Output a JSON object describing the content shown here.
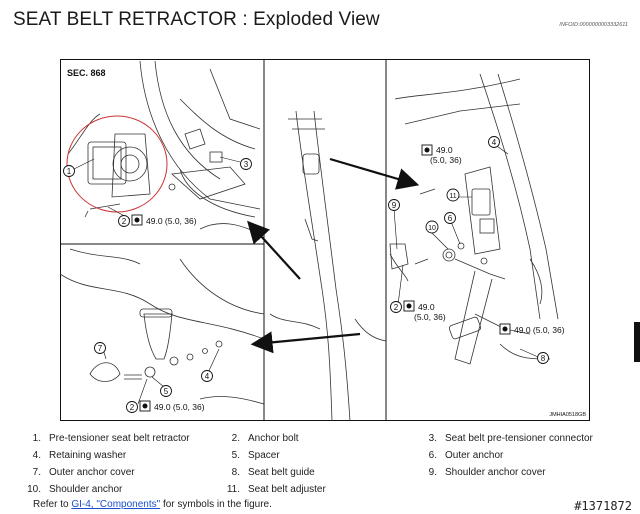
{
  "title": "SEAT BELT RETRACTOR : Exploded View",
  "info_id": "INFOID:0000000003332611",
  "figure": {
    "section": "SEC. 868",
    "figure_code": "JMHIA0518GB",
    "torque_a": "49.0 (5.0, 36)",
    "torque_b_line1": "49.0",
    "torque_b_line2": "(5.0, 36)",
    "callouts": [
      "1",
      "2",
      "3",
      "4",
      "5",
      "6",
      "7",
      "8",
      "9",
      "10",
      "11"
    ]
  },
  "legend": [
    {
      "num": "1.",
      "label": "Pre-tensioner seat belt retractor"
    },
    {
      "num": "2.",
      "label": "Anchor bolt"
    },
    {
      "num": "3.",
      "label": "Seat belt pre-tensioner connector"
    },
    {
      "num": "4.",
      "label": "Retaining washer"
    },
    {
      "num": "5.",
      "label": "Spacer"
    },
    {
      "num": "6.",
      "label": "Outer anchor"
    },
    {
      "num": "7.",
      "label": "Outer anchor cover"
    },
    {
      "num": "8.",
      "label": "Seat belt guide"
    },
    {
      "num": "9.",
      "label": "Shoulder anchor cover"
    },
    {
      "num": "10.",
      "label": "Shoulder anchor"
    },
    {
      "num": "11.",
      "label": "Seat belt adjuster"
    }
  ],
  "refer": {
    "prefix": "Refer to ",
    "link_text": "GI-4, \"Components\"",
    "suffix": " for symbols in the figure."
  },
  "stamp": "#1371872"
}
